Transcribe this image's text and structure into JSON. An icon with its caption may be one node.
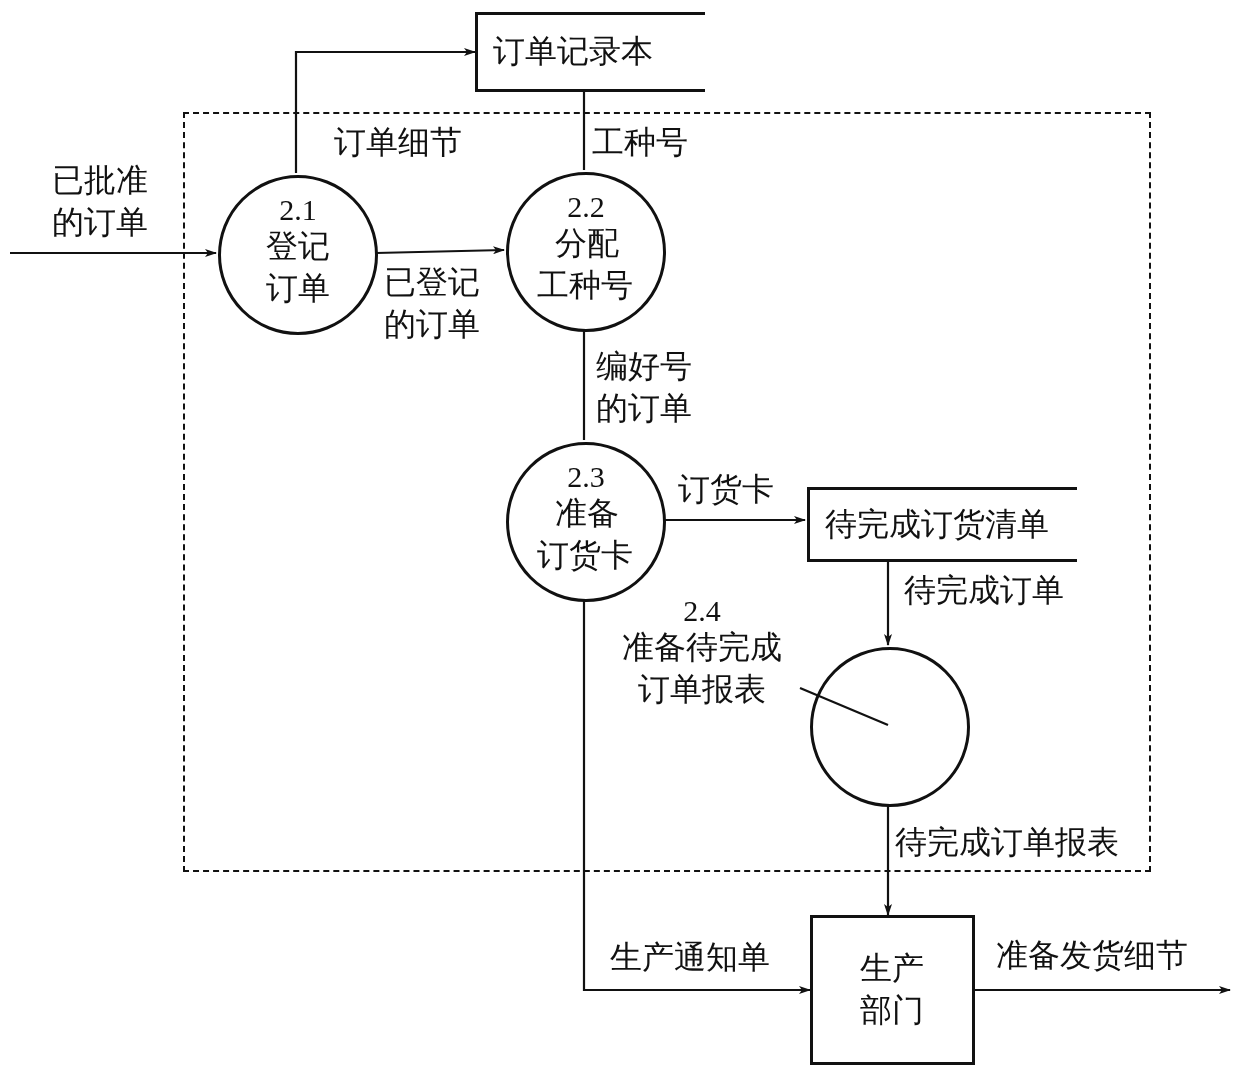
{
  "diagram": {
    "nodes": [
      {
        "text": [],
        "shape": "box"
      },
      {
        "text": [
          "订单记录本"
        ]
      },
      {
        "text": [
          "2.1",
          "登记订单"
        ],
        "in": 0
      },
      {
        "text": [
          "2.2",
          "分配工种号"
        ],
        "in": 0
      },
      {
        "text": [
          "2.3",
          "准备订货卡"
        ],
        "in": 0
      },
      {
        "text": [
          "待完成订货清单"
        ],
        "in": 0
      },
      {
        "text": [
          "2.4",
          "准备待完成订单报表"
        ],
        "in": 0
      },
      {
        "text": [],
        "shape": "circle",
        "in": 0
      },
      {
        "text": [
          "生产部门"
        ]
      }
    ],
    "edges": [
      {
        "from": null,
        "to": 2,
        "arrow": "to",
        "label": "已批准的订单"
      },
      {
        "from": 2,
        "to": 1,
        "arrow": "to",
        "label": "订单细节"
      },
      {
        "from": 1,
        "to": 3,
        "arrow": "none",
        "label": "工种号"
      },
      {
        "from": 2,
        "to": 3,
        "arrow": "to",
        "label": "已登记的订单"
      },
      {
        "from": 3,
        "to": 4,
        "arrow": "none",
        "label": "编好号的订单"
      },
      {
        "from": 4,
        "to": 5,
        "arrow": "to",
        "label": "订货卡"
      },
      {
        "from": 5,
        "to": 7,
        "arrow": "to",
        "label": "待完成订单"
      },
      {
        "from": 7,
        "to": 8,
        "arrow": "to",
        "label": "待完成订单报表"
      },
      {
        "from": 4,
        "to": 8,
        "arrow": "to",
        "label": "生产通知单"
      },
      {
        "from": 8,
        "to": null,
        "arrow": "to",
        "label": "准备发货细节"
      },
      {
        "from": 6,
        "to": 7,
        "arrow": "none"
      }
    ]
  }
}
